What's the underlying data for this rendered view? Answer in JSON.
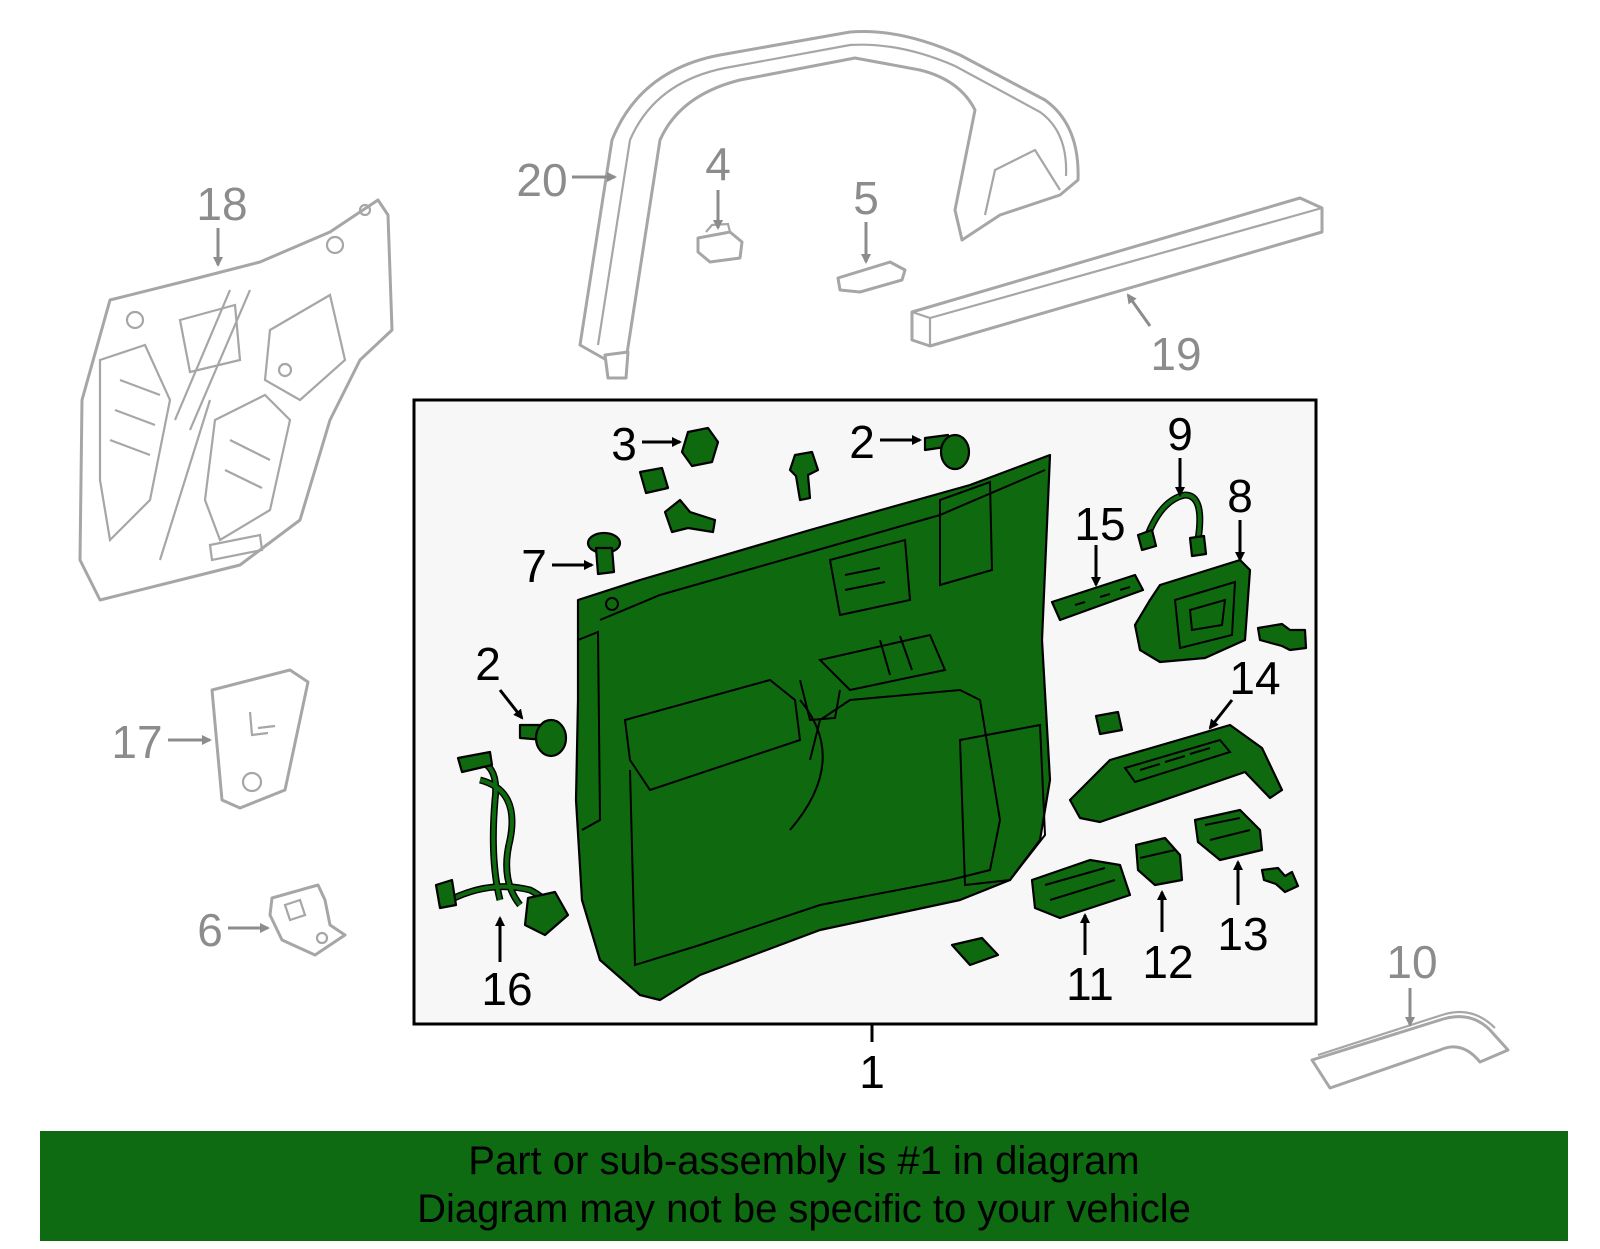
{
  "labels": {
    "p1": "1",
    "p2a": "2",
    "p2b": "2",
    "p3": "3",
    "p4": "4",
    "p5": "5",
    "p6": "6",
    "p7": "7",
    "p8": "8",
    "p9": "9",
    "p10": "10",
    "p11": "11",
    "p12": "12",
    "p13": "13",
    "p14": "14",
    "p15": "15",
    "p16": "16",
    "p17": "17",
    "p18": "18",
    "p19": "19",
    "p20": "20"
  },
  "banner": {
    "line1": "Part or sub-assembly is #1 in diagram",
    "line2": "Diagram may not be specific to your vehicle"
  },
  "colors": {
    "highlight": "#0f6a0f",
    "banner": "#0e6b12",
    "ghost_stroke": "#a6a6a6",
    "frame_fill": "#f7f7f7"
  }
}
